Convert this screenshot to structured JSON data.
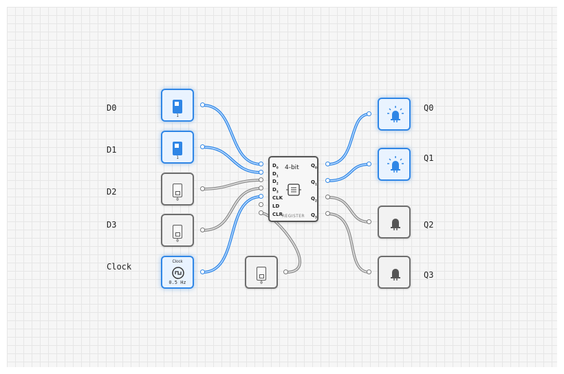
{
  "inputs": [
    {
      "label": "D0",
      "value": "1",
      "on": true
    },
    {
      "label": "D1",
      "value": "1",
      "on": true
    },
    {
      "label": "D2",
      "value": "0",
      "on": false
    },
    {
      "label": "D3",
      "value": "0",
      "on": false
    }
  ],
  "clock": {
    "label": "Clock",
    "title": "Clock",
    "frequency": "0.5 Hz"
  },
  "clear_switch": {
    "value": "0",
    "on": false
  },
  "register": {
    "title": "4-bit",
    "name": "REGISTER",
    "d0": "D",
    "d1": "D",
    "d2": "D",
    "d3": "D",
    "clk": "CLK",
    "ld": "LD",
    "clr": "CLR",
    "q0": "Q",
    "q1": "Q",
    "q2": "Q",
    "q3": "Q",
    "s0": "0",
    "s1": "1",
    "s2": "2",
    "s3": "3"
  },
  "outputs": [
    {
      "label": "Q0",
      "on": true
    },
    {
      "label": "Q1",
      "on": true
    },
    {
      "label": "Q2",
      "on": false
    },
    {
      "label": "Q3",
      "on": false
    }
  ],
  "colors": {
    "active": "#2f86e6",
    "inactive": "#8a8a8a",
    "grid": "#e6e6e6",
    "background": "#f6f6f6"
  }
}
